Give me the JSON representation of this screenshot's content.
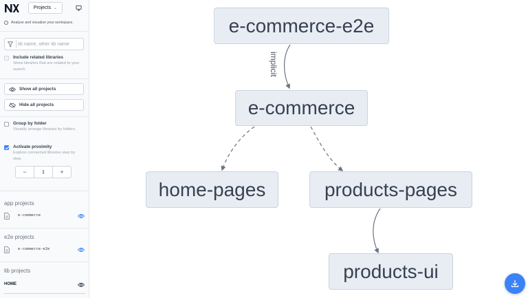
{
  "header": {
    "projects_select": "Projects"
  },
  "intro": {
    "text": "Analyse and visualize your workspace."
  },
  "filter": {
    "placeholder": "lib name, other lib name",
    "value": ""
  },
  "include_related": {
    "title": "Include related libraries",
    "description": "Show libraries that are related to your search.",
    "checked": false,
    "disabled": true
  },
  "buttons": {
    "show_all": "Show all projects",
    "hide_all": "Hide all projects"
  },
  "group_by_folder": {
    "title": "Group by folder",
    "description": "Visually arrange libraries by folders.",
    "checked": false
  },
  "activate_proximity": {
    "title": "Activate proximity",
    "description": "Explore connected libraries step by step.",
    "checked": true
  },
  "proximity_stepper": {
    "decrement": "−",
    "value": "1",
    "increment": "+"
  },
  "groups": [
    {
      "title": "app projects",
      "items": [
        {
          "name": "e-commerce"
        }
      ]
    },
    {
      "title": "e2e projects",
      "items": [
        {
          "name": "e-commerce-e2e"
        }
      ]
    },
    {
      "title": "lib projects",
      "items": [
        {
          "name": "HOME"
        }
      ]
    }
  ],
  "graph": {
    "nodes": [
      {
        "id": "e-commerce-e2e",
        "label": "e-commerce-e2e"
      },
      {
        "id": "e-commerce",
        "label": "e-commerce"
      },
      {
        "id": "home-pages",
        "label": "home-pages"
      },
      {
        "id": "products-pages",
        "label": "products-pages"
      },
      {
        "id": "products-ui",
        "label": "products-ui"
      }
    ],
    "edge_label": "implicit"
  },
  "colors": {
    "accent": "#3b82f6",
    "node_fill": "#e8edf4",
    "node_border": "#c9d3e0",
    "edge": "#6b7280"
  },
  "icons": {
    "logo": "nx-logo",
    "monitor": "monitor-icon",
    "filter": "funnel-icon",
    "eye": "eye-icon",
    "eye_off": "eye-off-icon",
    "file": "file-icon",
    "download": "download-icon"
  }
}
